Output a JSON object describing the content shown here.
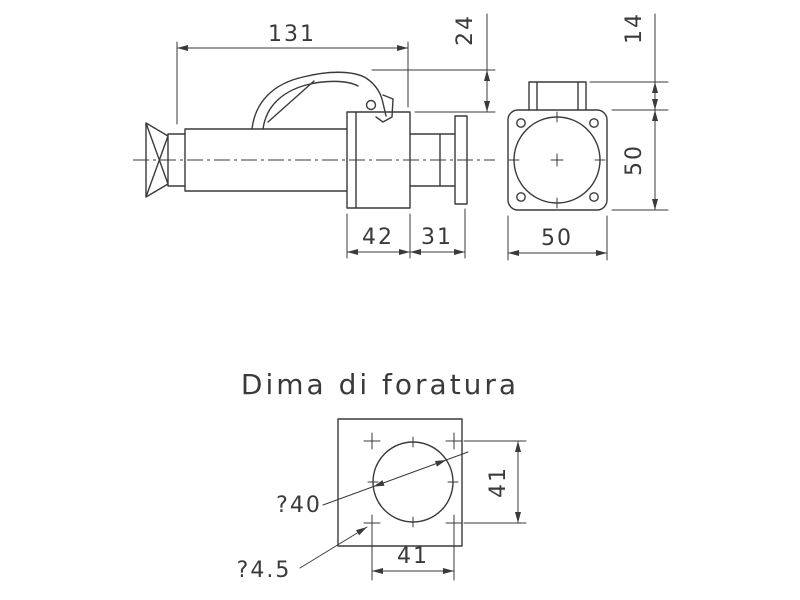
{
  "drawing": {
    "title": "Dima di foratura",
    "ink_color": "#3a3a3a",
    "dims": {
      "overall_length": "131",
      "cap_height": "24",
      "ring_width": "42",
      "rear_width": "31",
      "tab_height": "14",
      "flange_height": "50",
      "flange_width": "50",
      "hole_spacing_v": "41",
      "hole_spacing_h": "41",
      "face_diameter": "?40",
      "screw_diameter": "?4.5"
    }
  }
}
